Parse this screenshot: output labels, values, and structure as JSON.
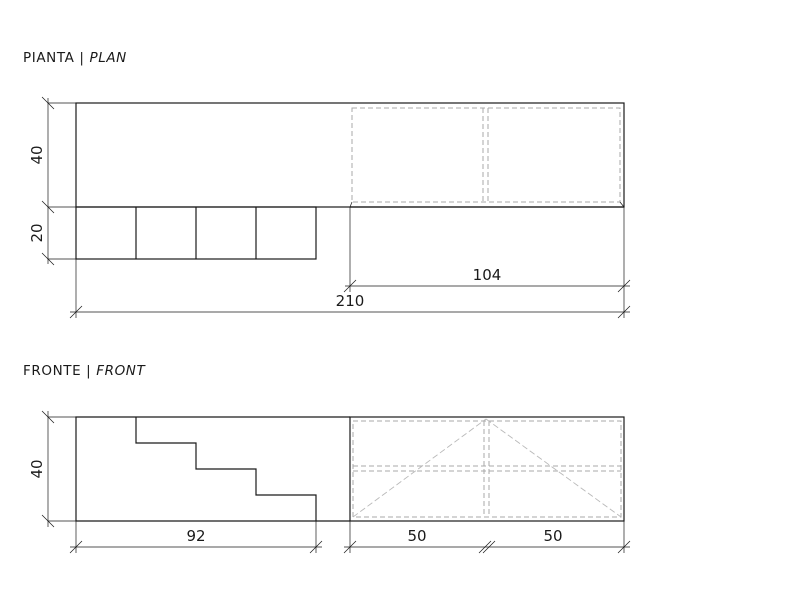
{
  "plan": {
    "heading": "PIANTA",
    "separator": "|",
    "heading_alt": "PLAN",
    "dimensions": {
      "depth_top": "40",
      "depth_step": "20",
      "right_width": "104",
      "total_width": "210"
    }
  },
  "front": {
    "heading": "FRONTE",
    "separator": "|",
    "heading_alt": "FRONT",
    "dimensions": {
      "height": "40",
      "left_width": "92",
      "door_left": "50",
      "door_right": "50"
    }
  },
  "colors": {
    "line": "#1a1a1a",
    "hidden_line": "#a8a8a8"
  }
}
